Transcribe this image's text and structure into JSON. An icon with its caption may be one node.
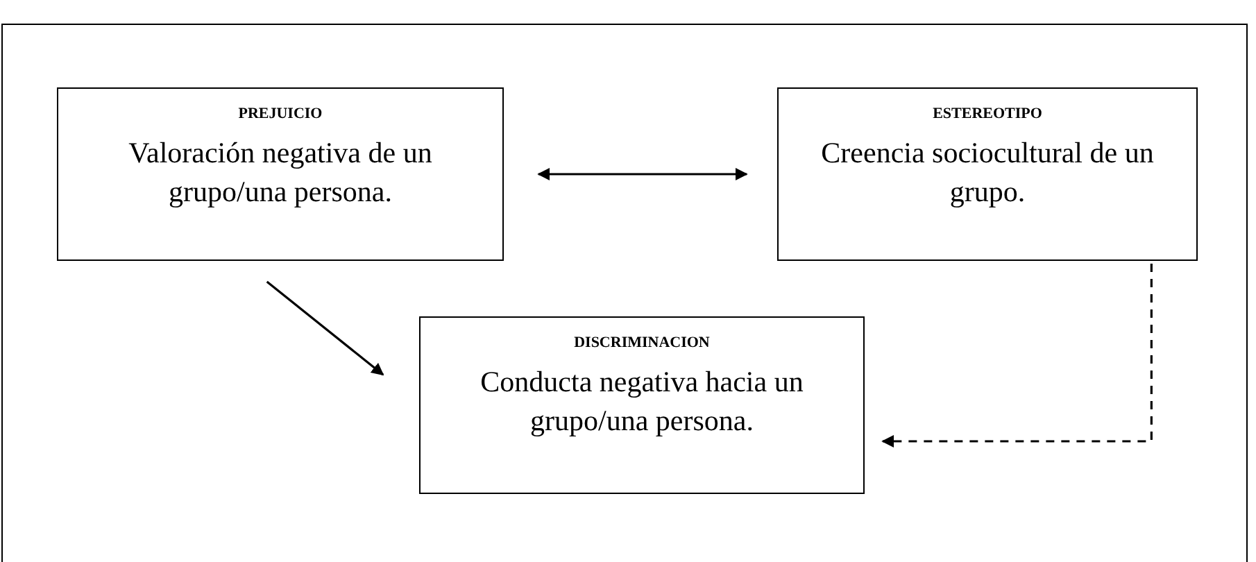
{
  "diagram": {
    "nodes": [
      {
        "text": [
          "PREJUICIO",
          "Valoración negativa de un grupo/una persona."
        ]
      },
      {
        "text": [
          "ESTEREOTIPO",
          "Creencia sociocultural de un grupo."
        ]
      },
      {
        "text": [
          "DISCRIMINACION",
          "Conducta negativa hacia un grupo/una persona."
        ]
      }
    ],
    "edges": [
      {
        "from": 0,
        "to": 1,
        "arrow": "both"
      },
      {
        "from": 0,
        "to": 2,
        "arrow": "to"
      },
      {
        "from": 1,
        "to": 2,
        "arrow": "to",
        "style": "dashed"
      }
    ]
  }
}
